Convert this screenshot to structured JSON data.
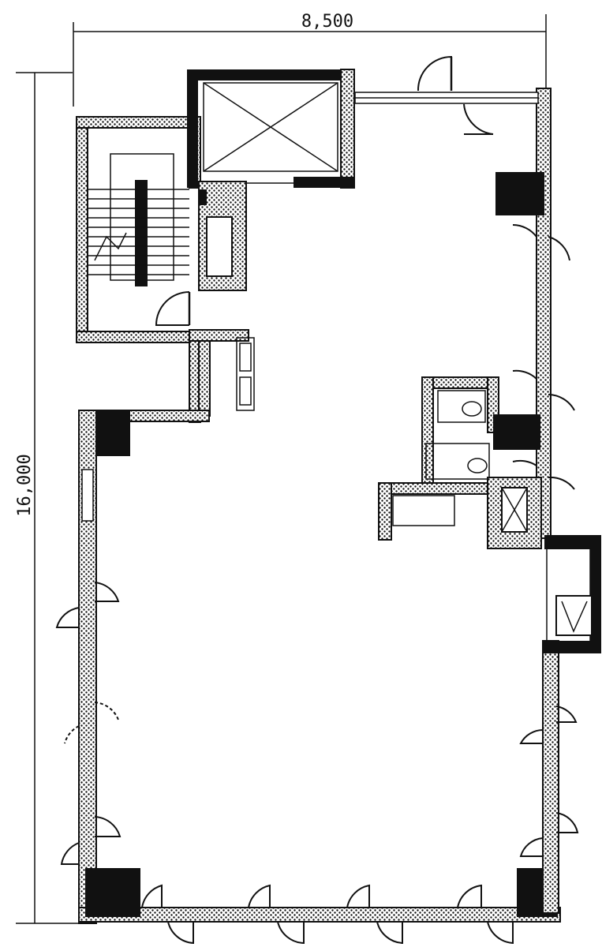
{
  "dimensions": {
    "width_label": "8,500",
    "height_label": "16,000"
  },
  "plan": {
    "elevator_symbol": "elevator-shaft",
    "stair_symbol": "staircase"
  }
}
